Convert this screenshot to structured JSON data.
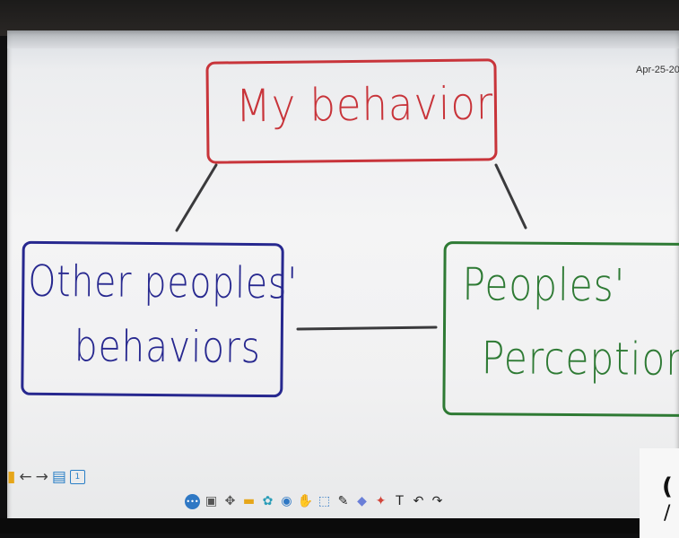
{
  "screen": {
    "date_stamp": "Apr-25-20"
  },
  "diagram": {
    "top_box": {
      "text": "My behavior",
      "color": "#c8343a"
    },
    "left_box": {
      "line1": "Other peoples'",
      "line2": "behaviors",
      "color": "#27288f"
    },
    "right_box": {
      "line1": "Peoples'",
      "line2": "Perception",
      "color": "#2e7a34"
    },
    "connector_color": "#3a3a3c"
  },
  "navigation": {
    "page_number": "1",
    "icons": [
      "folder-icon",
      "back-arrow-icon",
      "forward-arrow-icon",
      "add-page-icon",
      "page-indicator"
    ]
  },
  "toolbar": {
    "tools": [
      {
        "name": "menu-icon",
        "glyph": "•••",
        "color": "#2f78c4"
      },
      {
        "name": "screenshot-icon",
        "glyph": "▣",
        "color": "#555"
      },
      {
        "name": "move-icon",
        "glyph": "✥",
        "color": "#555"
      },
      {
        "name": "folder-icon",
        "glyph": "▬",
        "color": "#e6a619"
      },
      {
        "name": "settings-icon",
        "glyph": "✿",
        "color": "#2a9db8"
      },
      {
        "name": "browser-icon",
        "glyph": "◉",
        "color": "#2f78c4"
      },
      {
        "name": "hand-icon",
        "glyph": "✋",
        "color": "#e6a619"
      },
      {
        "name": "select-icon",
        "glyph": "⬚",
        "color": "#2f78c4"
      },
      {
        "name": "pen-icon",
        "glyph": "✎",
        "color": "#222"
      },
      {
        "name": "eraser-icon",
        "glyph": "◆",
        "color": "#6a7fd8"
      },
      {
        "name": "shapes-icon",
        "glyph": "✦",
        "color": "#d2453a"
      },
      {
        "name": "text-icon",
        "glyph": "T",
        "color": "#222"
      },
      {
        "name": "undo-icon",
        "glyph": "↶",
        "color": "#222"
      },
      {
        "name": "redo-icon",
        "glyph": "↷",
        "color": "#222"
      }
    ]
  }
}
